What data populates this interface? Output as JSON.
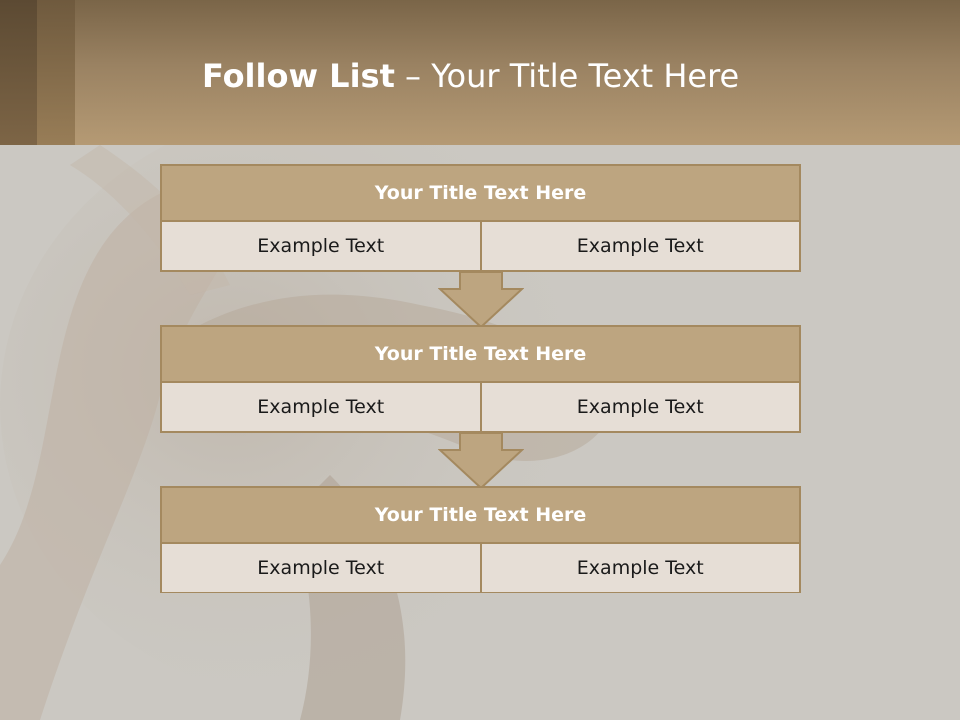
{
  "slide": {
    "title_bold": "Follow List",
    "title_rest": " – Your Title Text Here"
  },
  "steps": [
    {
      "title": "Your Title Text Here",
      "left": "Example Text",
      "right": "Example Text"
    },
    {
      "title": "Your Title Text Here",
      "left": "Example Text",
      "right": "Example Text"
    },
    {
      "title": "Your Title Text Here",
      "left": "Example Text",
      "right": "Example Text"
    }
  ],
  "colors": {
    "header_brown": "#9a8262",
    "block_title_fill": "#bda580",
    "block_cell_fill": "#e6ded6",
    "block_border": "#a4895f",
    "arrow_fill": "#bda580"
  }
}
